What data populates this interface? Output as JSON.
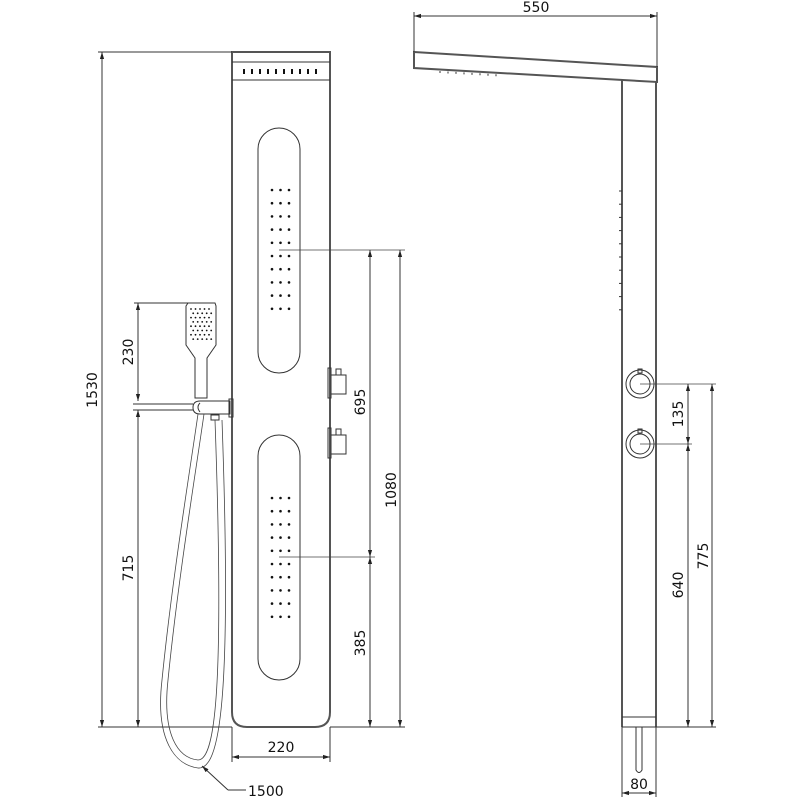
{
  "drawing": {
    "type": "shower panel dimension drawing",
    "line_color": "#333333",
    "views": [
      "front-view",
      "side-view"
    ]
  },
  "front_view": {
    "dimensions": {
      "total_height": "1530",
      "hand_shower_height": "230",
      "holder_height": "715",
      "upper_jets_to_bottom": "1080",
      "valves_span": "695",
      "lower_jets_to_bottom": "385",
      "panel_width": "220",
      "hose_length": "1500"
    },
    "jet_columns": 3,
    "jet_rows_per_group": 10
  },
  "side_view": {
    "dimensions": {
      "head_projection": "550",
      "valve_spacing": "135",
      "lower_valve_height": "640",
      "upper_valve_height": "775",
      "panel_depth": "80"
    }
  }
}
